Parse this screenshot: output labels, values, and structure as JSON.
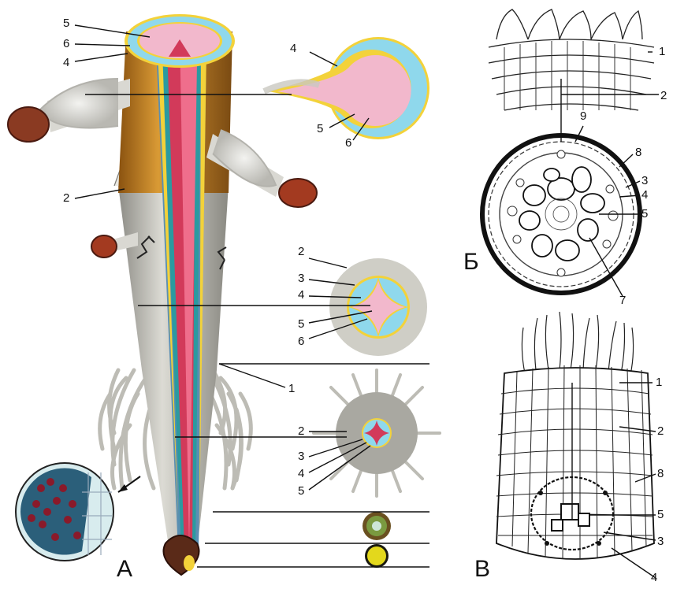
{
  "panels": {
    "a": {
      "letter": "А",
      "labels": {
        "top_5": "5",
        "top_6": "6",
        "top_4": "4",
        "bulb_4": "4",
        "bulb_5": "5",
        "bulb_6": "6",
        "side_2": "2",
        "circ_2": "2",
        "circ_3": "3",
        "circ_4": "4",
        "circ_5": "5",
        "circ_6": "6",
        "hair_1": "1",
        "small_2": "2",
        "small_3": "3",
        "small_4": "4",
        "small_5": "5"
      }
    },
    "b": {
      "letter": "Б",
      "labels": {
        "l1": "1",
        "l2": "2",
        "l9": "9",
        "l8": "8",
        "l3": "3",
        "l4": "4",
        "l5": "5",
        "l7": "7"
      }
    },
    "v": {
      "letter": "В",
      "labels": {
        "l1": "1",
        "l2": "2",
        "l8": "8",
        "l5": "5",
        "l3": "3",
        "l4": "4"
      }
    }
  },
  "colors": {
    "pith_pink": "#f2b8cc",
    "cortex_blue": "#8fd8ec",
    "endoderm_yellow": "#f3d23a",
    "xylem_red": "#d23a5a",
    "phloem_teal": "#2b9aa0",
    "bark_orange": "#c8821e",
    "epidermis_gray": "#c9c8c0",
    "cell_line": "#222222"
  }
}
